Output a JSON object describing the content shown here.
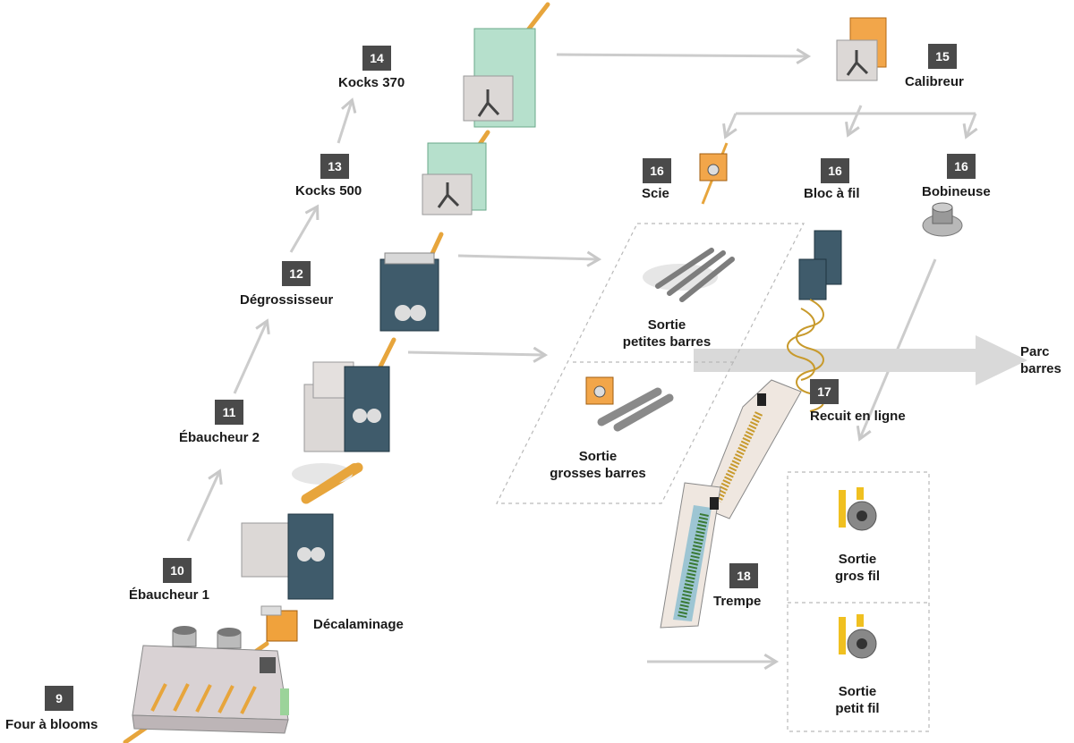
{
  "steps": [
    {
      "number": "9",
      "label": "Four à blooms"
    },
    {
      "number": "10",
      "label": "Ébaucheur 1"
    },
    {
      "number": "11",
      "label": "Ébaucheur 2"
    },
    {
      "number": "12",
      "label": "Dégrossisseur"
    },
    {
      "number": "13",
      "label": "Kocks 500"
    },
    {
      "number": "14",
      "label": "Kocks 370"
    },
    {
      "number": "15",
      "label": "Calibreur"
    },
    {
      "number": "16",
      "label": "Scie"
    },
    {
      "number": "16",
      "label": "Bloc à fil"
    },
    {
      "number": "16",
      "label": "Bobineuse"
    },
    {
      "number": "17",
      "label": "Recuit en ligne"
    },
    {
      "number": "18",
      "label": "Trempe"
    }
  ],
  "descaling_label": "Décalaminage",
  "outputs": {
    "small_bars": [
      "Sortie",
      "petites barres"
    ],
    "large_bars": [
      "Sortie",
      "grosses barres"
    ],
    "thick_wire": [
      "Sortie",
      "gros fil"
    ],
    "thin_wire": [
      "Sortie",
      "petit fil"
    ],
    "bar_yard": [
      "Parc",
      "barres"
    ]
  },
  "colors": {
    "arrow": "#cccccc",
    "stand_blue": "#3f5b6b",
    "stand_grey": "#dcd8d6",
    "stand_green": "#b6e0cc",
    "steel_orange": "#e7a53c",
    "calibrator_orange": "#f2a64a",
    "badge": "#4a4a4a"
  }
}
